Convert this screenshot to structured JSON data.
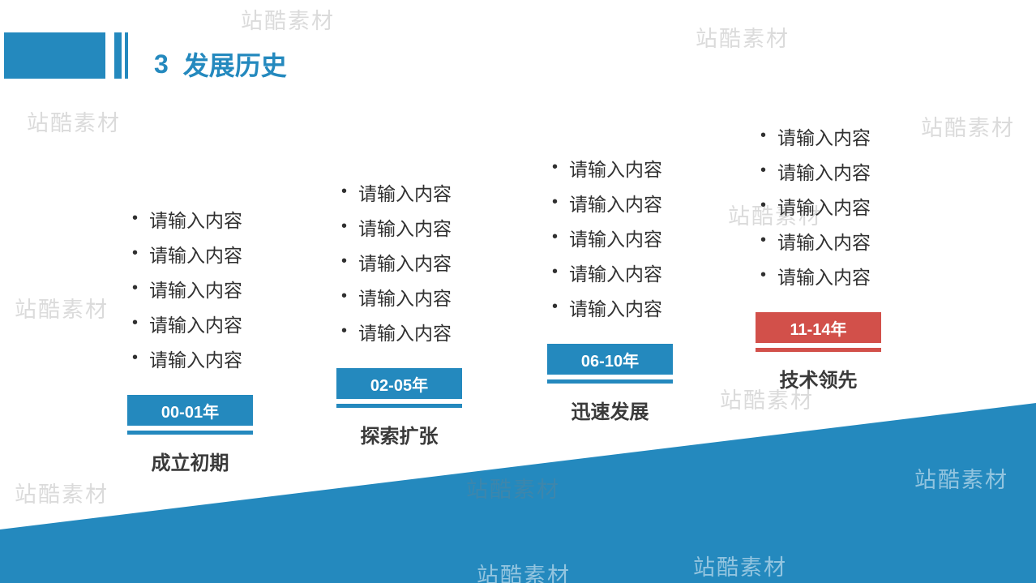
{
  "slide": {
    "number": "3",
    "title": "发展历史"
  },
  "watermark": {
    "text": "站酷素材"
  },
  "colors": {
    "accent_blue": "#2489BE",
    "accent_red": "#D2504A",
    "text_dark": "#303030",
    "label_dark": "#3a3a3a"
  },
  "timeline": {
    "stages": [
      {
        "period": "00-01年",
        "label": "成立初期",
        "theme": "blue",
        "bullets": [
          "请输入内容",
          "请输入内容",
          "请输入内容",
          "请输入内容",
          "请输入内容"
        ]
      },
      {
        "period": "02-05年",
        "label": "探索扩张",
        "theme": "blue",
        "bullets": [
          "请输入内容",
          "请输入内容",
          "请输入内容",
          "请输入内容",
          "请输入内容"
        ]
      },
      {
        "period": "06-10年",
        "label": "迅速发展",
        "theme": "blue",
        "bullets": [
          "请输入内容",
          "请输入内容",
          "请输入内容",
          "请输入内容",
          "请输入内容"
        ]
      },
      {
        "period": "11-14年",
        "label": "技术领先",
        "theme": "red",
        "bullets": [
          "请输入内容",
          "请输入内容",
          "请输入内容",
          "请输入内容",
          "请输入内容"
        ]
      }
    ]
  }
}
